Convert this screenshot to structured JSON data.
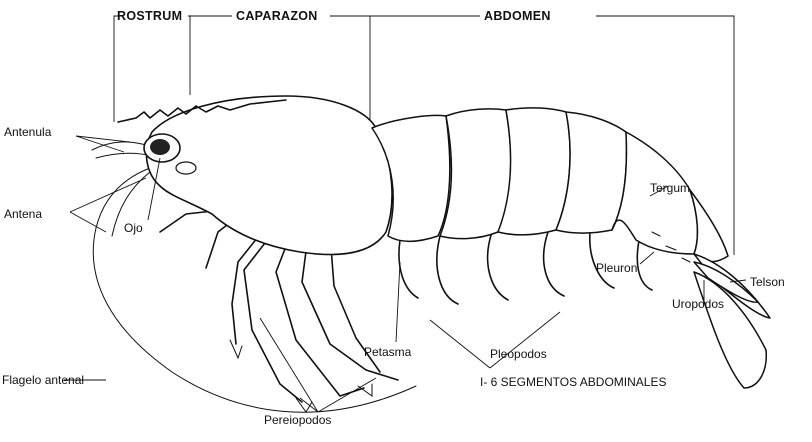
{
  "figure": {
    "header_labels": {
      "rostrum": "ROSTRUM",
      "caparazon": "CAPARAZON",
      "abdomen": "ABDOMEN"
    },
    "part_labels": {
      "antenula": "Antenula",
      "antena": "Antena",
      "ojo": "Ojo",
      "flagelo_antenal": "Flagelo antenal",
      "tergum": "Tergum",
      "pleuron": "Pleuron",
      "telson": "Telson",
      "uropodos": "Uropodos",
      "petasma": "Petasma",
      "pleopodos": "Pleopodos",
      "pereiopodos": "Pereiopodos"
    },
    "caption": "I- 6 SEGMENTOS ABDOMINALES"
  }
}
